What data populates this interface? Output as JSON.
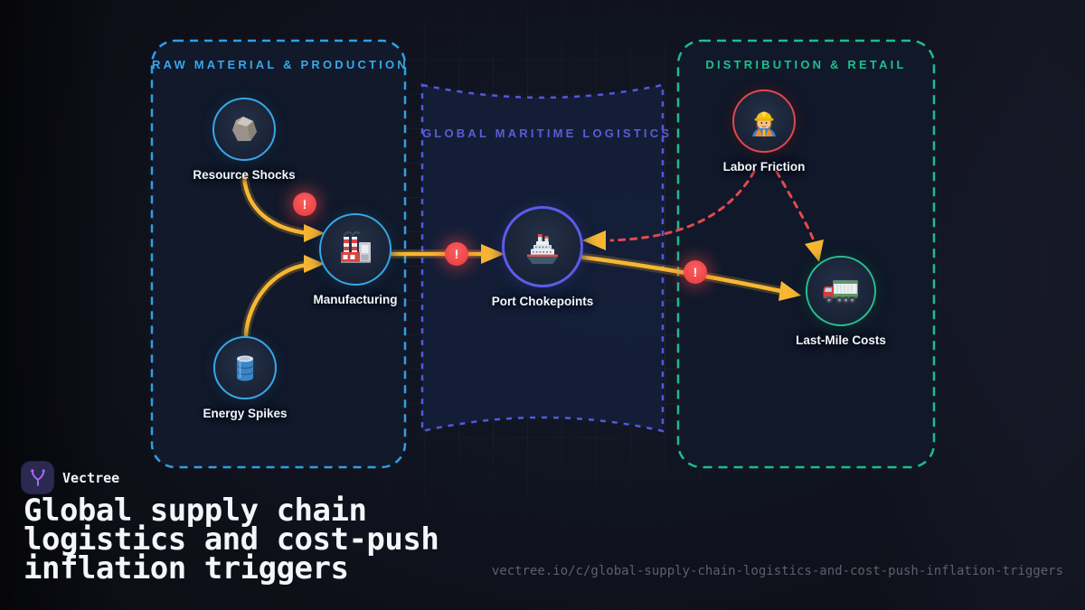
{
  "brand": {
    "name": "Vectree",
    "logo_icon": "vectree-branch-icon"
  },
  "title": {
    "lines": [
      "Global supply chain",
      "logistics and cost-push",
      "inflation triggers"
    ]
  },
  "footer": {
    "url": "vectree.io/c/global-supply-chain-logistics-and-cost-push-inflation-triggers"
  },
  "alert": {
    "symbol": "!"
  },
  "panels": [
    {
      "label": "RAW MATERIAL & PRODUCTION",
      "accent": "#38a7ea",
      "border_style": "dashed"
    },
    {
      "label": "GLOBAL MARITIME LOGISTICS",
      "accent": "#585cd9",
      "border_style": "dashed"
    },
    {
      "label": "DISTRIBUTION & RETAIL",
      "accent": "#1ec08d",
      "border_style": "dashed"
    }
  ],
  "nodes": [
    {
      "label": "Resource Shocks",
      "icon": "rock-icon",
      "panel": "RAW MATERIAL & PRODUCTION",
      "ring_color": "#38a7ea"
    },
    {
      "label": "Manufacturing",
      "icon": "factory-icon",
      "panel": "RAW MATERIAL & PRODUCTION",
      "ring_color": "#38a7ea"
    },
    {
      "label": "Energy Spikes",
      "icon": "oil-drum-icon",
      "panel": "RAW MATERIAL & PRODUCTION",
      "ring_color": "#38a7ea"
    },
    {
      "label": "Port Chokepoints",
      "icon": "ship-icon",
      "panel": "GLOBAL MARITIME LOGISTICS",
      "ring_color": "#5a5ce8"
    },
    {
      "label": "Labor Friction",
      "icon": "construction-worker-icon",
      "panel": "DISTRIBUTION & RETAIL",
      "ring_color": "#e0484f"
    },
    {
      "label": "Last-Mile Costs",
      "icon": "delivery-truck-icon",
      "panel": "DISTRIBUTION & RETAIL",
      "ring_color": "#27bd8f"
    }
  ],
  "edges": [
    {
      "from": "Resource Shocks",
      "to": "Manufacturing",
      "style": "solid-yellow",
      "alert": true
    },
    {
      "from": "Energy Spikes",
      "to": "Manufacturing",
      "style": "solid-yellow",
      "alert": false
    },
    {
      "from": "Manufacturing",
      "to": "Port Chokepoints",
      "style": "solid-yellow",
      "alert": true
    },
    {
      "from": "Port Chokepoints",
      "to": "Last-Mile Costs",
      "style": "solid-yellow",
      "alert": true
    },
    {
      "from": "Labor Friction",
      "to": "Port Chokepoints",
      "style": "dashed-red",
      "alert": false
    },
    {
      "from": "Labor Friction",
      "to": "Last-Mile Costs",
      "style": "dashed-red",
      "alert": false
    }
  ],
  "colors": {
    "background": "#0c0d14",
    "arrow_yellow": "#f7b733",
    "dashed_red": "#e3494e",
    "alert_red": "#ee4447",
    "panel_fill": "#121b2d",
    "maritime_fill": "#16213a"
  }
}
